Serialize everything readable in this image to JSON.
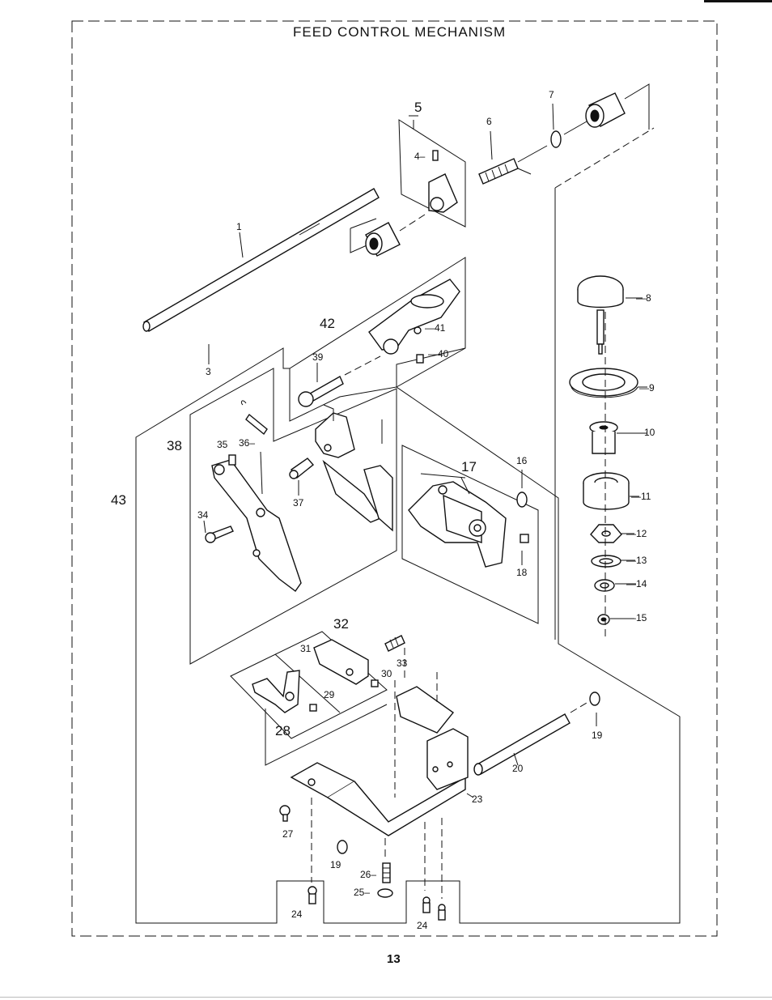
{
  "title": "FEED CONTROL MECHANISM",
  "page_number": "13",
  "callouts": {
    "c1": "1",
    "c3": "3",
    "c4": "4–",
    "c5": "5",
    "c6": "6",
    "c7": "7",
    "c8": "—8",
    "c9": "—9",
    "c10": "—10",
    "c11": "—11",
    "c12": "—12",
    "c13": "—13",
    "c14": "—14",
    "c15": "—15",
    "c16": "16",
    "c17": "17",
    "c18": "18",
    "c19a": "19",
    "c19b": "19",
    "c20": "20",
    "c23": "23",
    "c24a": "24",
    "c24b": "24",
    "c25": "25–",
    "c26": "26–",
    "c27": "27",
    "c28": "28",
    "c29": "29",
    "c30": "30",
    "c31": "31",
    "c32": "32",
    "c33": "33",
    "c34": "34",
    "c35": "35",
    "c36": "36–",
    "c37": "37",
    "c38": "38",
    "c39": "39",
    "c40": "—40",
    "c41": "—41",
    "c42": "42",
    "c43": "43"
  }
}
